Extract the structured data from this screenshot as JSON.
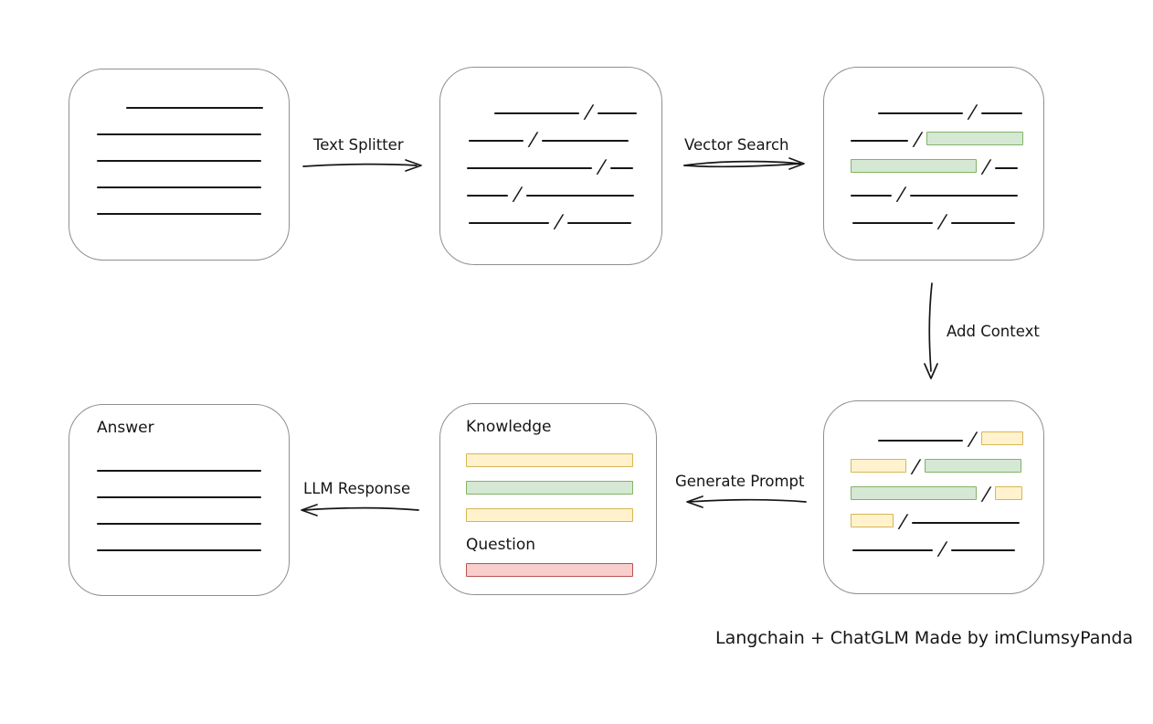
{
  "labels": {
    "text_splitter": "Text Splitter",
    "vector_search": "Vector Search",
    "add_context": "Add Context",
    "generate_prompt": "Generate Prompt",
    "llm_response": "LLM Response",
    "knowledge": "Knowledge",
    "question": "Question",
    "answer": "Answer",
    "credit": "Langchain + ChatGLM Made by imClumsyPanda"
  },
  "colors": {
    "green_fill": "#d5e8d4",
    "green_border": "#82b366",
    "yellow_fill": "#fff2cc",
    "yellow_border": "#d6b656",
    "red_fill": "#f8cecc",
    "red_border": "#b85450",
    "box_border": "#8f8f8f",
    "ink": "#161616"
  },
  "boxes": {
    "document": {
      "rows": [
        {
          "indent": 62,
          "segments": [
            {
              "t": "line",
              "w": 150
            }
          ]
        },
        {
          "indent": 30,
          "segments": [
            {
              "t": "line",
              "w": 180
            }
          ]
        },
        {
          "indent": 30,
          "segments": [
            {
              "t": "line",
              "w": 180
            }
          ]
        },
        {
          "indent": 30,
          "segments": [
            {
              "t": "line",
              "w": 180
            }
          ]
        },
        {
          "indent": 30,
          "segments": [
            {
              "t": "line",
              "w": 180
            }
          ]
        }
      ]
    },
    "chunks": {
      "rows": [
        {
          "indent": 59,
          "segments": [
            {
              "t": "line",
              "w": 93
            },
            {
              "t": "slash"
            },
            {
              "t": "line",
              "w": 43
            }
          ]
        },
        {
          "indent": 31,
          "segments": [
            {
              "t": "line",
              "w": 60
            },
            {
              "t": "slash"
            },
            {
              "t": "line",
              "w": 95
            }
          ]
        },
        {
          "indent": 29,
          "segments": [
            {
              "t": "line",
              "w": 137
            },
            {
              "t": "slash"
            },
            {
              "t": "line",
              "w": 25
            }
          ]
        },
        {
          "indent": 29,
          "segments": [
            {
              "t": "line",
              "w": 45
            },
            {
              "t": "slash"
            },
            {
              "t": "line",
              "w": 118
            }
          ]
        },
        {
          "indent": 31,
          "segments": [
            {
              "t": "line",
              "w": 88
            },
            {
              "t": "slash"
            },
            {
              "t": "line",
              "w": 70
            }
          ]
        }
      ]
    },
    "vector_results": {
      "rows": [
        {
          "indent": 59,
          "segments": [
            {
              "t": "line",
              "w": 93
            },
            {
              "t": "slash"
            },
            {
              "t": "line",
              "w": 45
            }
          ]
        },
        {
          "indent": 29,
          "segments": [
            {
              "t": "line",
              "w": 63
            },
            {
              "t": "slash"
            },
            {
              "t": "bar",
              "c": "green",
              "w": 106
            }
          ]
        },
        {
          "indent": 29,
          "segments": [
            {
              "t": "bar",
              "c": "green",
              "w": 138
            },
            {
              "t": "slash"
            },
            {
              "t": "line",
              "w": 25
            }
          ]
        },
        {
          "indent": 29,
          "segments": [
            {
              "t": "line",
              "w": 45
            },
            {
              "t": "slash"
            },
            {
              "t": "line",
              "w": 118
            }
          ]
        },
        {
          "indent": 31,
          "segments": [
            {
              "t": "line",
              "w": 88
            },
            {
              "t": "slash"
            },
            {
              "t": "line",
              "w": 70
            }
          ]
        }
      ]
    },
    "context": {
      "rows": [
        {
          "indent": 59,
          "segments": [
            {
              "t": "line",
              "w": 93
            },
            {
              "t": "slash"
            },
            {
              "t": "bar",
              "c": "yellow",
              "w": 46
            }
          ]
        },
        {
          "indent": 29,
          "segments": [
            {
              "t": "bar",
              "c": "yellow",
              "w": 61
            },
            {
              "t": "slash"
            },
            {
              "t": "bar",
              "c": "green",
              "w": 106
            }
          ]
        },
        {
          "indent": 29,
          "segments": [
            {
              "t": "bar",
              "c": "green",
              "w": 138
            },
            {
              "t": "slash"
            },
            {
              "t": "bar",
              "c": "yellow",
              "w": 30
            }
          ]
        },
        {
          "indent": 29,
          "segments": [
            {
              "t": "bar",
              "c": "yellow",
              "w": 47
            },
            {
              "t": "slash"
            },
            {
              "t": "line",
              "w": 118
            }
          ]
        },
        {
          "indent": 31,
          "segments": [
            {
              "t": "line",
              "w": 88
            },
            {
              "t": "slash"
            },
            {
              "t": "line",
              "w": 70
            }
          ]
        }
      ]
    },
    "prompt": {
      "knowledge_bars": [
        "yellow",
        "green",
        "yellow"
      ],
      "question_bars": [
        "red"
      ]
    },
    "answer": {
      "rows": [
        {
          "indent": 0,
          "segments": [
            {
              "t": "line",
              "w": 180
            }
          ]
        },
        {
          "indent": 0,
          "segments": [
            {
              "t": "line",
              "w": 180
            }
          ]
        },
        {
          "indent": 0,
          "segments": [
            {
              "t": "line",
              "w": 180
            }
          ]
        },
        {
          "indent": 0,
          "segments": [
            {
              "t": "line",
              "w": 180
            }
          ]
        }
      ]
    }
  }
}
